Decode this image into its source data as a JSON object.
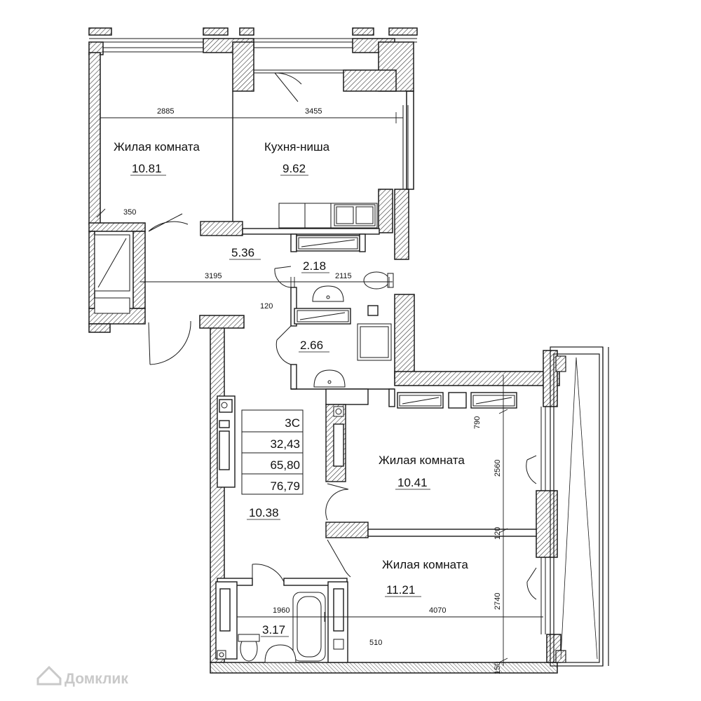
{
  "rooms": {
    "living1": {
      "name": "Жилая комната",
      "area": "10.81"
    },
    "kitchen": {
      "name": "Кухня-ниша",
      "area": "9.62"
    },
    "hall_top": {
      "area": "5.36"
    },
    "bath_top": {
      "area": "2.18"
    },
    "bath_mid": {
      "area": "2.66"
    },
    "hall_main": {
      "area": "10.38"
    },
    "living2": {
      "name": "Жилая комната",
      "area": "10.41"
    },
    "living3": {
      "name": "Жилая комната",
      "area": "11.21"
    },
    "bath_bottom": {
      "area": "3.17"
    }
  },
  "dimensions": {
    "d2885": "2885",
    "d3455": "3455",
    "d350": "350",
    "d3195": "3195",
    "d2115": "2115",
    "d120a": "120",
    "d790": "790",
    "d2560": "2560",
    "d120b": "120",
    "d2740": "2740",
    "d1960": "1960",
    "d4070": "4070",
    "d510": "510",
    "d150": "150"
  },
  "spec_table": {
    "type": "3С",
    "living_area": "32,43",
    "total_area": "65,80",
    "total_with_balcony": "76,79"
  },
  "watermark": {
    "text": "Домклик",
    "icon": "house-icon"
  },
  "colors": {
    "wall": "#1a1a1a",
    "hatch": "#333333",
    "watermark": "#c9c9c9"
  }
}
